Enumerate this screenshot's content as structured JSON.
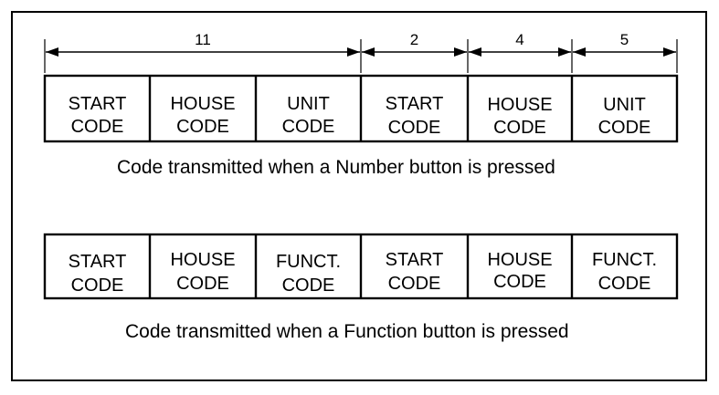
{
  "dimension_labels": [
    "11",
    "2",
    "4",
    "5"
  ],
  "number_row": {
    "cells": [
      [
        "START",
        "CODE"
      ],
      [
        "HOUSE",
        "CODE"
      ],
      [
        "UNIT",
        "CODE"
      ],
      [
        "START",
        "CODE"
      ],
      [
        "HOUSE",
        "CODE"
      ],
      [
        "UNIT",
        "CODE"
      ]
    ],
    "caption": "Code transmitted when a Number button is pressed"
  },
  "function_row": {
    "cells": [
      [
        "START",
        "CODE"
      ],
      [
        "HOUSE",
        "CODE"
      ],
      [
        "FUNCT.",
        "CODE"
      ],
      [
        "START",
        "CODE"
      ],
      [
        "HOUSE",
        "CODE"
      ],
      [
        "FUNCT.",
        "CODE"
      ]
    ],
    "caption": "Code transmitted when a Function button is pressed"
  }
}
